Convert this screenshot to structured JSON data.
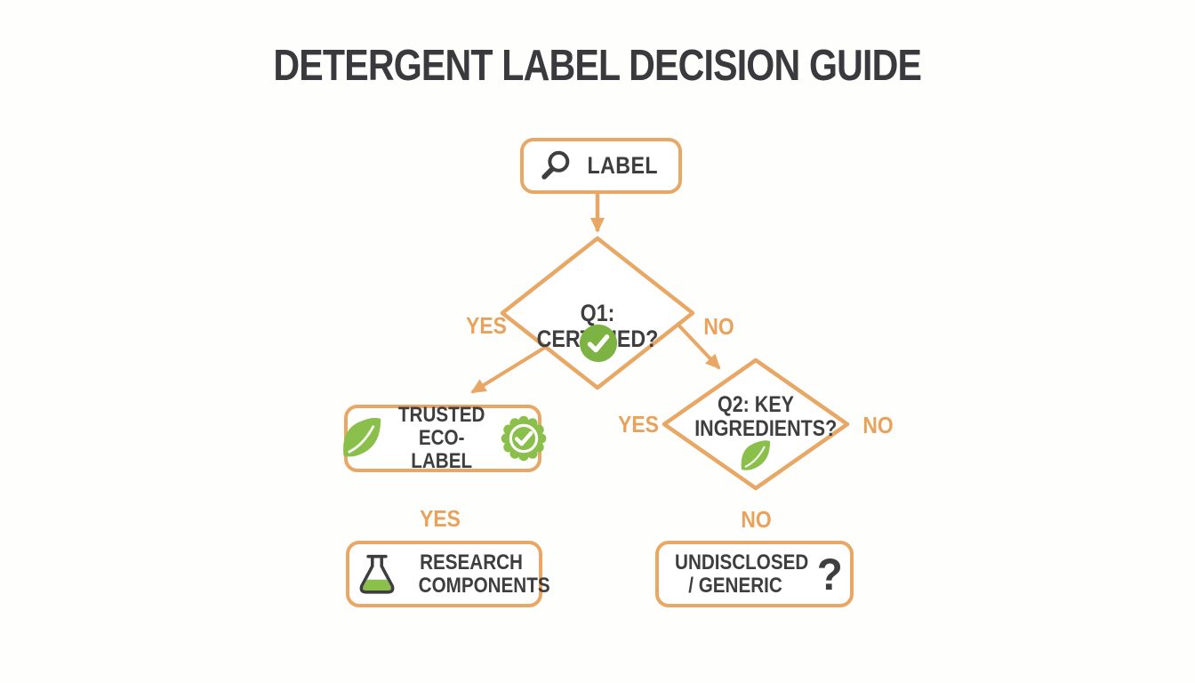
{
  "title": "DETERGENT LABEL DECISION GUIDE",
  "colors": {
    "accent_orange": "#E8A765",
    "branch_text_orange": "#E8A25C",
    "ink_dark": "#3E3E3E",
    "green": "#7CB342",
    "green_leaf": "#8BBF4C",
    "background": "#FEFEFD"
  },
  "flow": {
    "start": {
      "label": "LABEL",
      "icon": "magnifier-icon"
    },
    "q1": {
      "label": "Q1: CERTIFIED?",
      "icon": "check-circle-icon",
      "yes": "YES",
      "no": "NO"
    },
    "outcome_trusted": {
      "label": "TRUSTED ECO-LABEL",
      "icon_left": "leaf-icon",
      "icon_right": "seal-check-icon"
    },
    "q2": {
      "label": "Q2: KEY INGREDIENTS?",
      "icon": "leaf-icon",
      "yes": "YES",
      "no": "NO"
    },
    "branch_trusted_down": "YES",
    "branch_q2_down": "NO",
    "outcome_research": {
      "label": "RESEARCH COMPONENTS",
      "icon": "flask-icon"
    },
    "outcome_undisclosed": {
      "label": "UNDISCLOSED / GENERIC",
      "icon": "question-mark-icon",
      "mark": "?"
    }
  }
}
